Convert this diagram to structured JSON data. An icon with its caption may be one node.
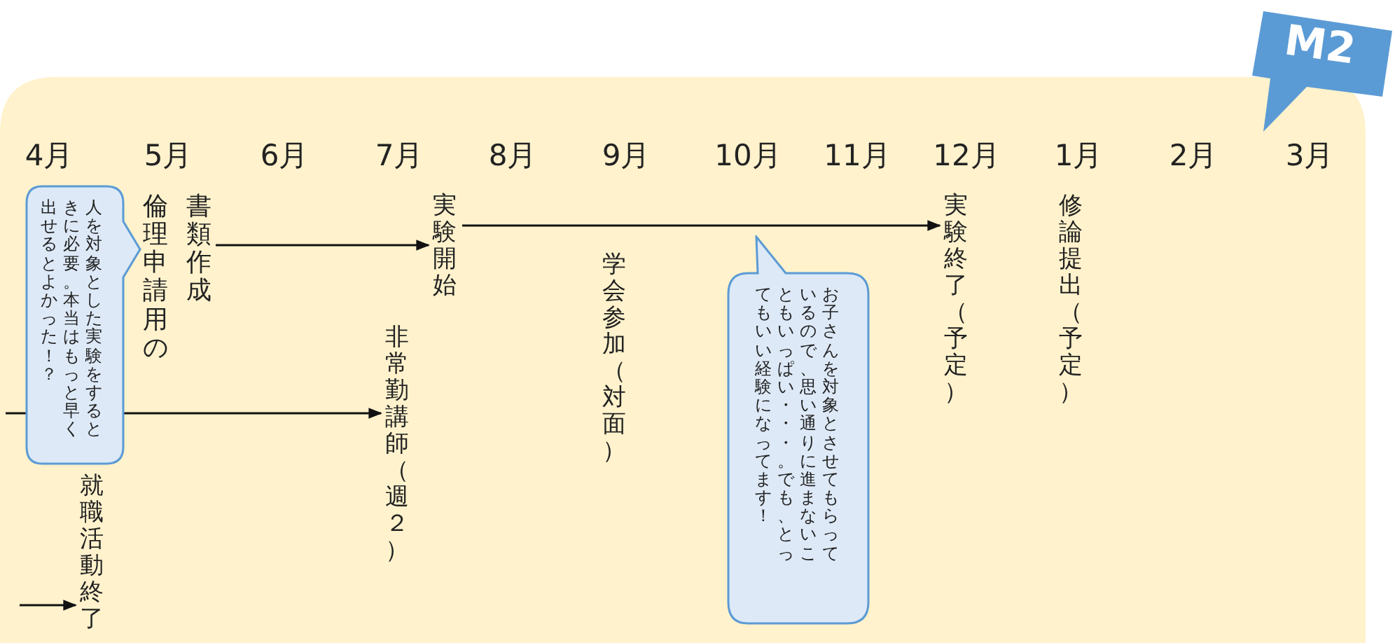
{
  "diagram": {
    "nodes": [
      {
        "text": [
          "倫理申請用の書類作成"
        ]
      },
      {
        "text": [
          "実験開始"
        ]
      },
      {
        "text": [
          "非常勤講師（週２）"
        ]
      },
      {
        "text": [
          "学会参加（対面）"
        ]
      },
      {
        "text": [
          "実験終了（予定）"
        ]
      },
      {
        "text": [
          "修論提出（予定）"
        ]
      },
      {
        "text": [
          "就職活動終了"
        ]
      },
      {
        "text": [
          "人を対象とした実験をするときに必要。本当はもっと早く出せるとよかった！？"
        ]
      },
      {
        "text": [
          "お子さんを対象とさせてもらっているので、思い通りに進まないこともいっぱい・・・。でも、とってもいい経験になってます！"
        ]
      },
      {
        "text": [
          "M2"
        ]
      }
    ],
    "edges": [
      {
        "from": 0,
        "to": 1,
        "arrow": "to"
      },
      {
        "from": null,
        "to": 2,
        "arrow": "to"
      },
      {
        "from": 1,
        "to": 4,
        "arrow": "to"
      },
      {
        "from": null,
        "to": 6,
        "arrow": "to"
      }
    ],
    "labels": [
      "4月",
      "5月",
      "6月",
      "7月",
      "8月",
      "9月",
      "10月",
      "11月",
      "12月",
      "1月",
      "2月",
      "3月"
    ]
  }
}
